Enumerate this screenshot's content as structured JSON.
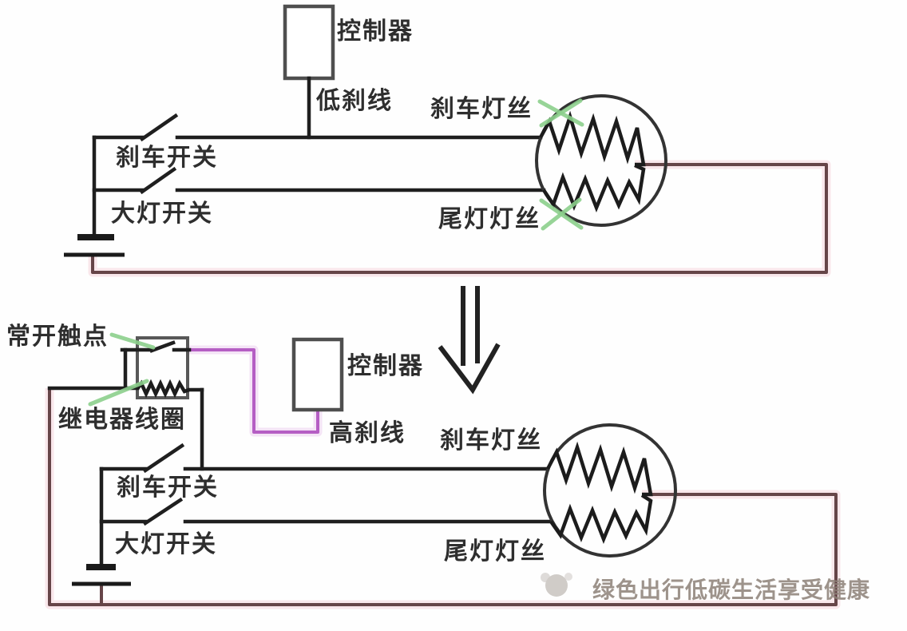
{
  "diagram": {
    "top_circuit": {
      "controller_label": "控制器",
      "low_brake_line_label": "低刹线",
      "brake_filament_label": "刹车灯丝",
      "tail_filament_label": "尾灯灯丝",
      "brake_switch_label": "刹车开关",
      "headlight_switch_label": "大灯开关"
    },
    "bottom_circuit": {
      "normally_open_contact_label": "常开触点",
      "relay_coil_label": "继电器线圈",
      "controller_label": "控制器",
      "high_brake_line_label": "高刹线",
      "brake_filament_label": "刹车灯丝",
      "tail_filament_label": "尾灯灯丝",
      "brake_switch_label": "刹车开关",
      "headlight_switch_label": "大灯开关"
    },
    "watermark": {
      "text": "绿色出行低碳生活享受健康"
    },
    "colors": {
      "wire_black": "#1f1f1f",
      "power_wire_red": "#664548",
      "signal_wire_purple": "#b55ec4",
      "highlight_green": "#8ccf8c",
      "box_outline_gray": "#4f4f4f",
      "label_text": "#2e2e2e",
      "watermark_gray": "#8d8178"
    }
  }
}
